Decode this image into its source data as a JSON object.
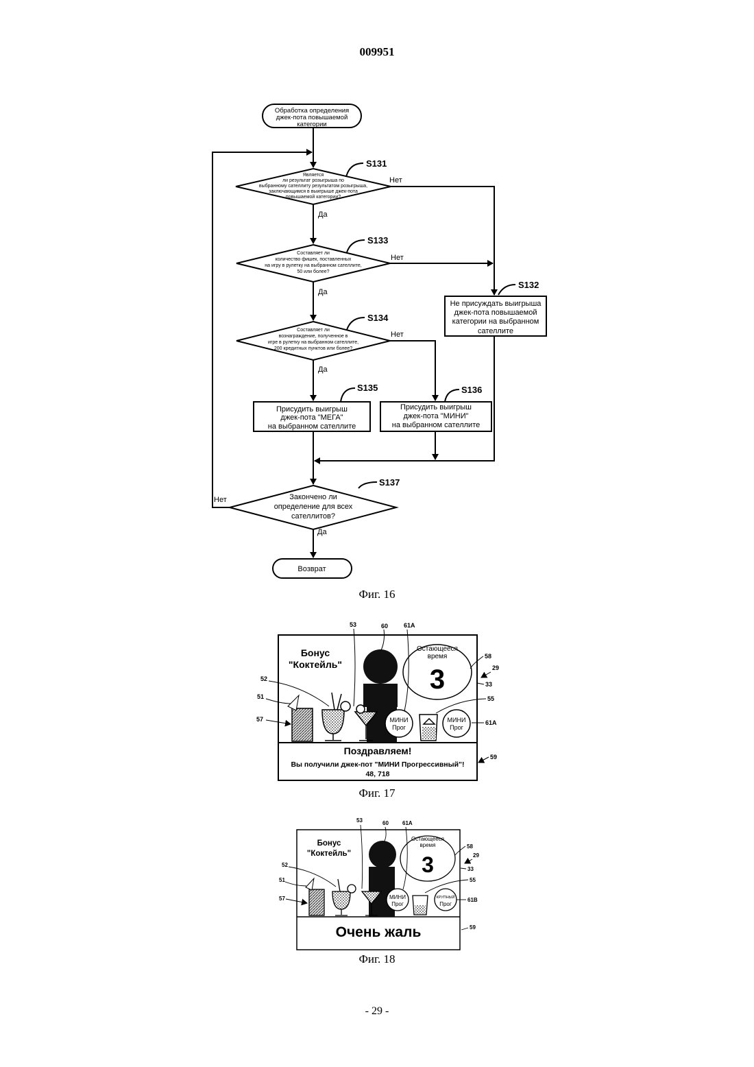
{
  "header": {
    "doc_number": "009951"
  },
  "fig16": {
    "caption": "Фиг. 16",
    "start": [
      "Обработка определения",
      "джек-пота повышаемой",
      "категории"
    ],
    "s131": {
      "step": "S131",
      "lines": [
        "Является",
        "ли результат розыгрыша по",
        "выбранному сателлиту результатом розыгрыша,",
        "заключающимся в выигрыше джек-пота",
        "повышаемой категории?"
      ],
      "no": "Нет",
      "yes": "Да"
    },
    "s133": {
      "step": "S133",
      "lines": [
        "Составляет ли",
        "количество фишек, поставленных",
        "на игру в рулетку на выбранном сателлите,",
        "50 или более?"
      ],
      "no": "Нет",
      "yes": "Да"
    },
    "s134": {
      "step": "S134",
      "lines": [
        "Составляет ли",
        "вознаграждение, полученное в",
        "игре в рулетку на выбранном сателлите,",
        "200 кредитных пунктов или более?"
      ],
      "no": "Нет",
      "yes": "Да"
    },
    "s132": {
      "step": "S132",
      "lines": [
        "Не присуждать выигрыша",
        "джек-пота повышаемой",
        "категории на выбранном",
        "сателлите"
      ]
    },
    "s135": {
      "step": "S135",
      "lines": [
        "Присудить выигрыш",
        "джек-пота \"МЕГА\"",
        "на выбранном сателлите"
      ]
    },
    "s136": {
      "step": "S136",
      "lines": [
        "Присудить выигрыш",
        "джек-пота \"МИНИ\"",
        "на выбранном сателлите"
      ]
    },
    "s137": {
      "step": "S137",
      "lines": [
        "Закончено ли",
        "определение для всех",
        "сателлитов?"
      ],
      "no": "Нет",
      "yes": "Да"
    },
    "end": "Возврат"
  },
  "fig17": {
    "caption": "Фиг. 17",
    "title": [
      "Бонус",
      "\"Коктейль\""
    ],
    "time_label": [
      "Остающееся",
      "время"
    ],
    "time_value": "3",
    "badge1": [
      "МИНИ",
      "Прог"
    ],
    "badge2": [
      "МИНИ",
      "Прог"
    ],
    "congrats": "Поздравляем!",
    "message": "Вы получили джек-пот \"МИНИ Прогрессивный\"!",
    "amount": "48, 718",
    "refs": {
      "r53": "53",
      "r60": "60",
      "r61a_top": "61A",
      "r58": "58",
      "r29": "29",
      "r33": "33",
      "r55": "55",
      "r61a": "61A",
      "r52": "52",
      "r51": "51",
      "r57": "57",
      "r59": "59"
    }
  },
  "fig18": {
    "caption": "Фиг. 18",
    "title": [
      "Бонус",
      "\"Коктейль\""
    ],
    "time_label": [
      "Остающееся",
      "время"
    ],
    "time_value": "3",
    "badge1": [
      "МИНИ",
      "Прог"
    ],
    "badge2": [
      "КРУПНЫЙ",
      "Прог"
    ],
    "message": "Очень жаль",
    "refs": {
      "r53": "53",
      "r60": "60",
      "r61a_top": "61A",
      "r58": "58",
      "r29": "29",
      "r33": "33",
      "r55": "55",
      "r61b": "61B",
      "r52": "52",
      "r51": "51",
      "r57": "57",
      "r59": "59"
    }
  },
  "footer": {
    "page": "- 29 -"
  }
}
